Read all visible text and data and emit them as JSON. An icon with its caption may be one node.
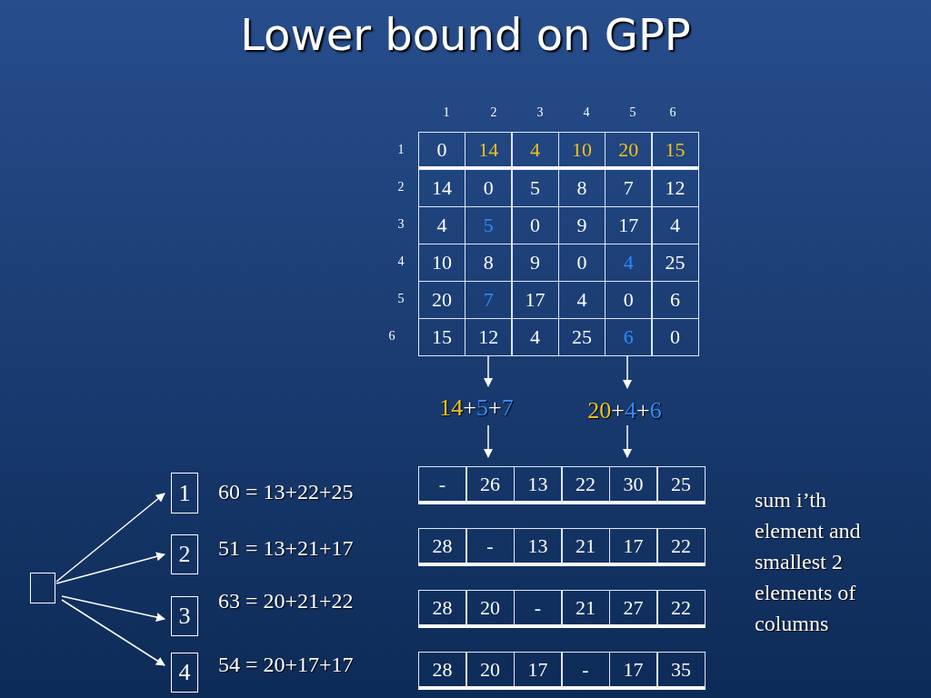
{
  "diagram": {
    "title": "Lower bound on GPP",
    "nodes": [
      {
        "text": [],
        "shape": "box"
      },
      {
        "text": [
          "1"
        ],
        "beside": [
          "60 = 13+22+25"
        ]
      },
      {
        "text": [
          "2"
        ],
        "beside": [
          "51 = 13+21+17"
        ]
      },
      {
        "text": [
          "3"
        ],
        "beside": [
          "63 = 20+21+22"
        ]
      },
      {
        "text": [
          "4"
        ],
        "beside": [
          "54 = 20+17+17"
        ]
      },
      {
        "text": [],
        "shape": "box"
      },
      {
        "text": [
          "14+5+7"
        ]
      },
      {
        "text": [
          "20+4+6"
        ]
      },
      {
        "text": [],
        "shape": "box"
      }
    ],
    "edges": [
      {
        "from": 0,
        "to": 1,
        "arrow": "to"
      },
      {
        "from": 0,
        "to": 2,
        "arrow": "to"
      },
      {
        "from": 0,
        "to": 3,
        "arrow": "to"
      },
      {
        "from": 0,
        "to": 4,
        "arrow": "to"
      },
      {
        "from": 5,
        "to": 6,
        "arrow": "to"
      },
      {
        "from": 5,
        "to": 7,
        "arrow": "to"
      },
      {
        "from": 6,
        "to": 8,
        "arrow": "to"
      },
      {
        "from": 7,
        "to": 8,
        "arrow": "to"
      }
    ],
    "labels": [
      "1",
      "2",
      "3",
      "4",
      "5",
      "6",
      "1",
      "0",
      "14",
      "4",
      "10",
      "20",
      "15",
      "2",
      "14",
      "0",
      "5",
      "8",
      "7",
      "12",
      "3",
      "4",
      "5",
      "0",
      "9",
      "17",
      "4",
      "4",
      "10",
      "8",
      "9",
      "0",
      "4",
      "25",
      "5",
      "20",
      "7",
      "17",
      "4",
      "0",
      "6",
      "6",
      "15",
      "12",
      "4",
      "25",
      "6",
      "0",
      "-",
      "26",
      "13",
      "22",
      "30",
      "25",
      "28",
      "-",
      "13",
      "21",
      "17",
      "22",
      "28",
      "20",
      "-",
      "21",
      "27",
      "22",
      "28",
      "20",
      "17",
      "-",
      "17",
      "35",
      "sum i’th element and smallest 2 elements of columns"
    ]
  }
}
